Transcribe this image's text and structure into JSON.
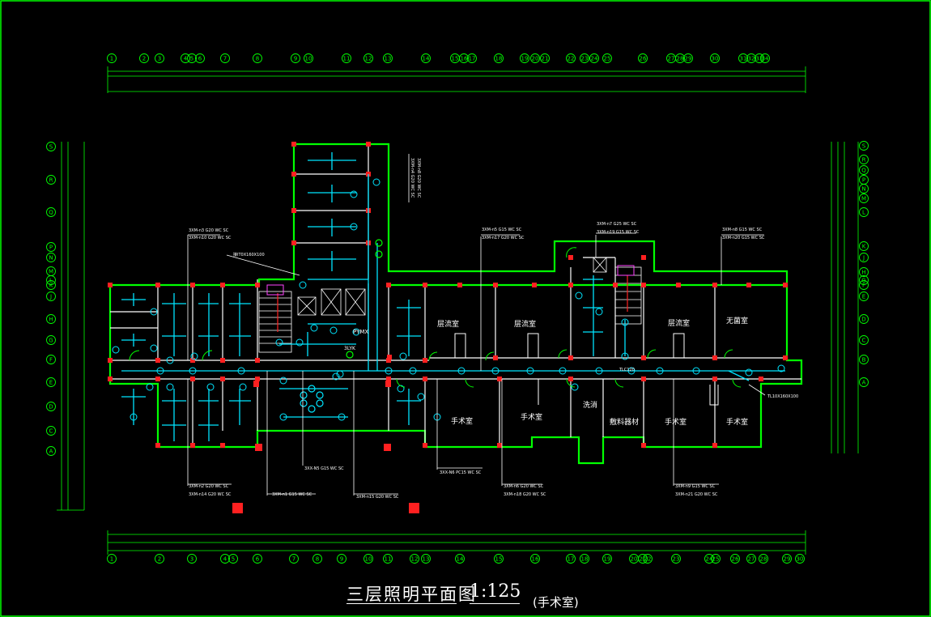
{
  "drawing": {
    "title": "三层照明平面图",
    "scale": "1:125",
    "subtitle": "(手术室)"
  },
  "axes": {
    "top": [
      "1",
      "2",
      "3",
      "4",
      "5",
      "6",
      "7",
      "8",
      "9",
      "10",
      "11",
      "12",
      "13",
      "14",
      "15",
      "16",
      "17",
      "18",
      "19",
      "20",
      "21",
      "22",
      "23",
      "24",
      "25",
      "26",
      "27",
      "28",
      "29",
      "30",
      "31",
      "32",
      "33",
      "34"
    ],
    "bottom": [
      "1",
      "2",
      "3",
      "4",
      "5",
      "6",
      "7",
      "8",
      "9",
      "10",
      "11",
      "12",
      "13",
      "14",
      "15",
      "16",
      "17",
      "18",
      "19",
      "20",
      "21",
      "22",
      "23",
      "24",
      "25",
      "26",
      "27",
      "28",
      "29",
      "30"
    ],
    "left": [
      "S",
      "R",
      "Q",
      "P",
      "N",
      "M",
      "L",
      "K",
      "J",
      "H",
      "G",
      "F",
      "E",
      "D",
      "C",
      "A"
    ],
    "right": [
      "S",
      "R",
      "Q",
      "P",
      "N",
      "M",
      "L",
      "K",
      "J",
      "H",
      "G",
      "F",
      "E",
      "D",
      "C",
      "B",
      "A"
    ]
  },
  "rooms": [
    {
      "key": "r1",
      "label": "层流室"
    },
    {
      "key": "r2",
      "label": "层流室"
    },
    {
      "key": "r3",
      "label": "层流室"
    },
    {
      "key": "r4",
      "label": "无菌室"
    },
    {
      "key": "r5",
      "label": "手术室"
    },
    {
      "key": "r6",
      "label": "手术室"
    },
    {
      "key": "r7",
      "label": "洗消"
    },
    {
      "key": "r8",
      "label": "敷料器材"
    },
    {
      "key": "r9",
      "label": "手术室"
    },
    {
      "key": "r10",
      "label": "手术室"
    }
  ],
  "annotations": {
    "a1": "3XM-n3 G20 WC SC",
    "a2": "3XM-n10 G20 WC SC",
    "a3": "3XM-n4 G20 WC SC",
    "a4": "3XM-n8 G20 WC SC",
    "a5": "3XM-n5 G15 WC SC",
    "a6": "3XM-n17 G20 WC SC",
    "a7": "3XM-n7 G25 WC SC",
    "a8": "3XM-n19 G15 WC SC",
    "a9": "3XM-n8 G15 WC SC",
    "a10": "3XM-n20 G15 WC SC",
    "a11": "3XM-n2 G20 WC SC",
    "a12": "3XM-n14 G20 WC SC",
    "a13": "3XM-n1 G15 WC SC",
    "a14": "3XM-n15 G20 WC SC",
    "a15": "3XM-n6 G20 WC SC",
    "a16": "3XM-n18 G20 WC SC",
    "a17": "3XM-n9 G15 WC SC",
    "a18": "3XM-n21 G20 WC SC",
    "a19": "3XX-N5 G15 WC SC",
    "a20": "3XX-N6 PC15 WC SC",
    "a21": "PYMX",
    "a22": "TL10X160X100",
    "a23": "TLC120",
    "a24": "接IT0X160X100",
    "a25": "3LYK"
  }
}
